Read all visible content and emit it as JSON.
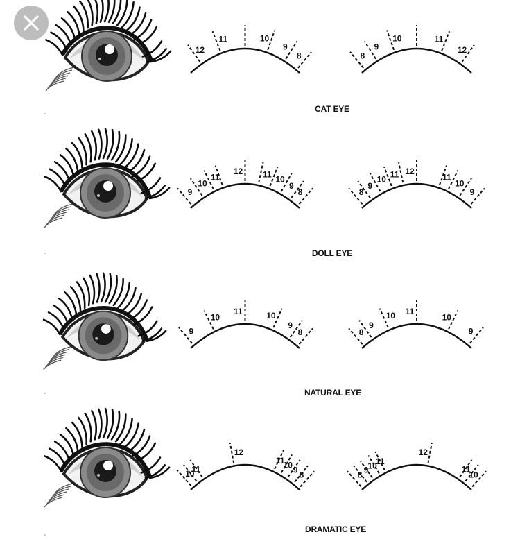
{
  "toolbar": {
    "close_icon": "close-icon"
  },
  "sections": [
    {
      "id": "cat",
      "caption": "CAT EYE",
      "left": [
        {
          "label": "12",
          "t": 0.1
        },
        {
          "label": "11",
          "t": 0.28
        },
        {
          "label": "",
          "t": 0.5
        },
        {
          "label": "10",
          "t": 0.7
        },
        {
          "label": "9",
          "t": 0.86
        },
        {
          "label": "8",
          "t": 0.97
        }
      ],
      "right": [
        {
          "label": "8",
          "t": 0.03
        },
        {
          "label": "9",
          "t": 0.14
        },
        {
          "label": "10",
          "t": 0.3
        },
        {
          "label": "",
          "t": 0.5
        },
        {
          "label": "11",
          "t": 0.72
        },
        {
          "label": "12",
          "t": 0.9
        }
      ]
    },
    {
      "id": "doll",
      "caption": "DOLL EYE",
      "left": [
        {
          "label": "9",
          "t": 0.02
        },
        {
          "label": "10",
          "t": 0.12
        },
        {
          "label": "11",
          "t": 0.22
        },
        {
          "label": "",
          "t": 0.3
        },
        {
          "label": "12",
          "t": 0.5
        },
        {
          "label": "",
          "t": 0.62
        },
        {
          "label": "11",
          "t": 0.72
        },
        {
          "label": "10",
          "t": 0.82
        },
        {
          "label": "9",
          "t": 0.91
        },
        {
          "label": "8",
          "t": 0.98
        }
      ],
      "right": [
        {
          "label": "8",
          "t": 0.02
        },
        {
          "label": "9",
          "t": 0.09
        },
        {
          "label": "10",
          "t": 0.18
        },
        {
          "label": "11",
          "t": 0.28
        },
        {
          "label": "",
          "t": 0.38
        },
        {
          "label": "12",
          "t": 0.5
        },
        {
          "label": "",
          "t": 0.7
        },
        {
          "label": "11",
          "t": 0.78
        },
        {
          "label": "10",
          "t": 0.88
        },
        {
          "label": "9",
          "t": 0.98
        }
      ]
    },
    {
      "id": "natural",
      "caption": "NATURAL EYE",
      "left": [
        {
          "label": "9",
          "t": 0.03
        },
        {
          "label": "10",
          "t": 0.22
        },
        {
          "label": "11",
          "t": 0.5
        },
        {
          "label": "10",
          "t": 0.75
        },
        {
          "label": "9",
          "t": 0.9
        },
        {
          "label": "8",
          "t": 0.98
        }
      ],
      "right": [
        {
          "label": "8",
          "t": 0.02
        },
        {
          "label": "9",
          "t": 0.1
        },
        {
          "label": "10",
          "t": 0.25
        },
        {
          "label": "11",
          "t": 0.5
        },
        {
          "label": "10",
          "t": 0.78
        },
        {
          "label": "9",
          "t": 0.97
        }
      ]
    },
    {
      "id": "dramatic",
      "caption": "DRAMATIC EYE",
      "left": [
        {
          "label": "10",
          "t": 0.02
        },
        {
          "label": "11",
          "t": 0.07
        },
        {
          "label": "",
          "t": 0.12
        },
        {
          "label": "12",
          "t": 0.4
        },
        {
          "label": "",
          "t": 0.76
        },
        {
          "label": "11",
          "t": 0.82
        },
        {
          "label": "10",
          "t": 0.88
        },
        {
          "label": "9",
          "t": 0.94
        },
        {
          "label": "8",
          "t": 0.99
        }
      ],
      "right": [
        {
          "label": "8",
          "t": 0.01
        },
        {
          "label": "9",
          "t": 0.06
        },
        {
          "label": "10",
          "t": 0.11
        },
        {
          "label": "11",
          "t": 0.17
        },
        {
          "label": "",
          "t": 0.22
        },
        {
          "label": "12",
          "t": 0.6
        },
        {
          "label": "",
          "t": 0.88
        },
        {
          "label": "11",
          "t": 0.93
        },
        {
          "label": "10",
          "t": 0.99
        }
      ]
    }
  ]
}
